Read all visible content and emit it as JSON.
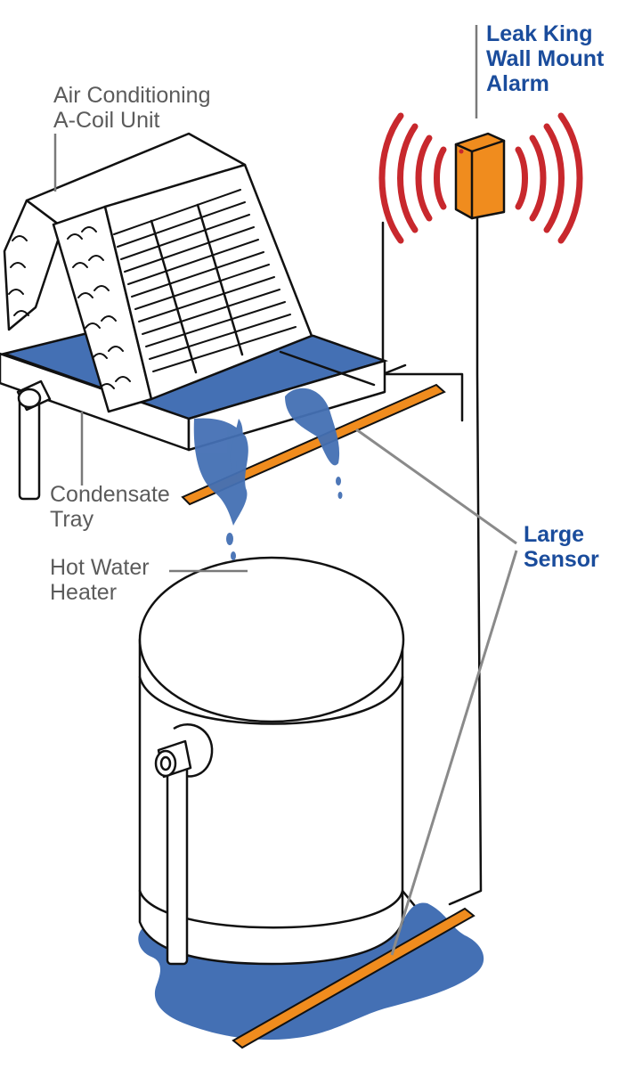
{
  "labels": {
    "ac_line1": "Air Conditioning",
    "ac_line2": "A-Coil Unit",
    "alarm_line1": "Leak King",
    "alarm_line2": "Wall Mount",
    "alarm_line3": "Alarm",
    "tray_line1": "Condensate",
    "tray_line2": "Tray",
    "heater_line1": "Hot Water",
    "heater_line2": "Heater",
    "sensor_line1": "Large",
    "sensor_line2": "Sensor"
  },
  "icons": {
    "alarm": "wall-alarm-icon",
    "signal": "sound-waves-icon",
    "sensor": "leak-sensor-strip-icon"
  },
  "colors": {
    "label_gray": "#5b5b5b",
    "label_blue": "#1a4c9c",
    "water_blue": "#4470b4",
    "sensor_orange": "#f08c1e",
    "alarm_orange": "#f08c1e",
    "signal_red": "#c8282d",
    "line_black": "#111111"
  }
}
